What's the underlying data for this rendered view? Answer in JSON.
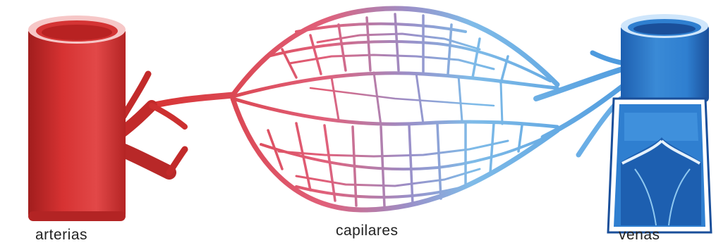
{
  "labels": {
    "arteries": "arterias",
    "capillaries": "capilares",
    "veins": "venas"
  },
  "colors": {
    "artery": "#d83434",
    "artery_dark": "#a11d1d",
    "artery_light": "#f08a8a",
    "vein": "#2f7fd0",
    "vein_dark": "#1a4f9a",
    "vein_light": "#8fc8f0",
    "capillary_mid": "#8f8fc8",
    "background": "#ffffff",
    "text": "#222222"
  }
}
